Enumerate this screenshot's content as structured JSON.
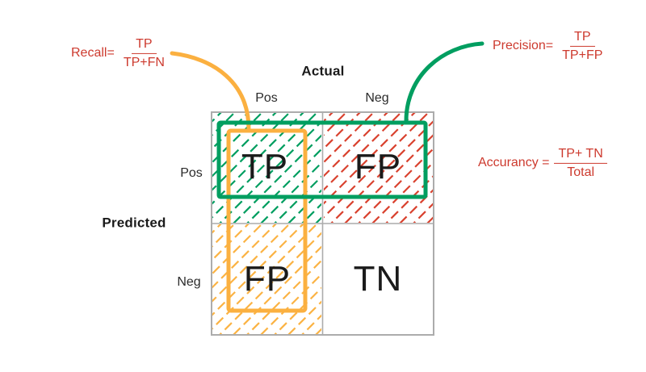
{
  "colors": {
    "green": "#009E60",
    "orange": "#FBB040",
    "red": "#CD3A2E",
    "green_hatch": "#009E60",
    "red_hatch": "#D9422F",
    "orange_hatch": "#FBB344",
    "grid": "#ACACAC",
    "ink": "#1A1A1A"
  },
  "matrix": {
    "top_axis_label": "Actual",
    "left_axis_label": "Predicted",
    "col_labels": [
      "Pos",
      "Neg"
    ],
    "row_labels": [
      "Pos",
      "Neg"
    ],
    "cells": [
      [
        "TP",
        "FP"
      ],
      [
        "FP",
        "TN"
      ]
    ]
  },
  "formulas": {
    "recall": {
      "label": "Recall=",
      "numerator": "TP",
      "denominator": "TP+FN"
    },
    "precision": {
      "label": "Precision=",
      "numerator": "TP",
      "denominator": "TP+FP"
    },
    "accuracy": {
      "label": "Accurancy =",
      "numerator": "TP+ TN",
      "denominator": "Total"
    }
  }
}
